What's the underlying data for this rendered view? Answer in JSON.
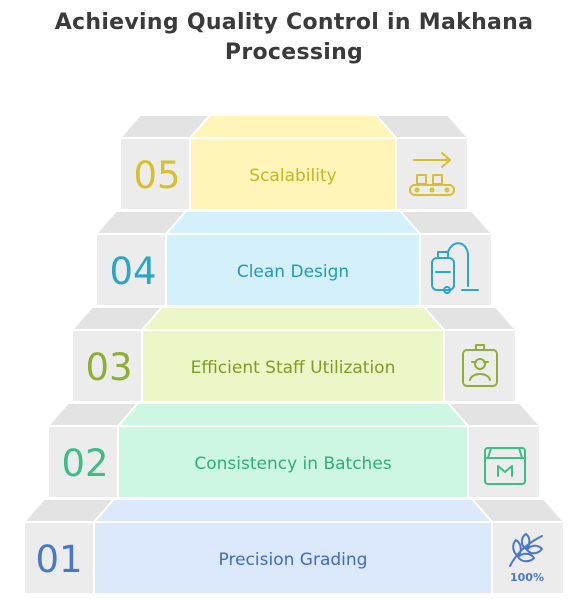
{
  "title": {
    "line1": "Achieving Quality Control in Makhana",
    "line2": "Processing"
  },
  "steps": [
    {
      "number": "05",
      "label": "Scalability",
      "icon": "conveyor-belt-icon",
      "accent": "#d6c12b",
      "fill": "#fff5b8"
    },
    {
      "number": "04",
      "label": "Clean Design",
      "icon": "vacuum-cleaner-icon",
      "accent": "#2aa6c9",
      "fill": "#d4f1fb"
    },
    {
      "number": "03",
      "label": "Efficient Staff Utilization",
      "icon": "staff-badge-icon",
      "accent": "#8fae33",
      "fill": "#ecf7c8"
    },
    {
      "number": "02",
      "label": "Consistency in Batches",
      "icon": "package-box-icon",
      "accent": "#3bbf87",
      "fill": "#cdf7e2"
    },
    {
      "number": "01",
      "label": "Precision Grading",
      "icon": "grain-100-percent-icon",
      "accent": "#4a78c8",
      "fill": "#dce8fb",
      "icon_text": "100%"
    }
  ],
  "colors": {
    "step_gray": "#e9e9e9",
    "step_top_gray": "#e1e1e1",
    "edge": "#ffffff"
  }
}
